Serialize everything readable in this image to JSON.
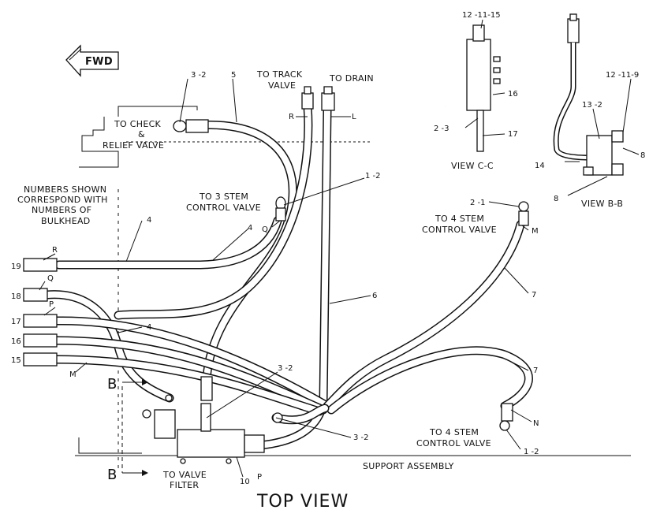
{
  "labels": {
    "fwd": "FWD",
    "to_track_valve": [
      "TO TRACK",
      "VALVE"
    ],
    "to_drain": "TO DRAIN",
    "to_check_relief": [
      "TO CHECK",
      "&",
      "RELIEF VALVE"
    ],
    "to_3_stem": [
      "TO 3 STEM",
      "CONTROL VALVE"
    ],
    "numbers_note": [
      "NUMBERS SHOWN",
      "CORRESPOND WITH",
      "NUMBERS OF",
      "BULKHEAD"
    ],
    "to_4_stem_upper": [
      "TO 4 STEM",
      "CONTROL VALVE"
    ],
    "to_4_stem_lower": [
      "TO 4 STEM",
      "CONTROL VALVE"
    ],
    "to_valve_filter": [
      "TO VALVE",
      "FILTER"
    ],
    "support_assembly": "SUPPORT ASSEMBLY",
    "top_view": "TOP VIEW",
    "view_cc": "VIEW C-C",
    "view_bb": "VIEW B-B"
  },
  "callouts": {
    "c3_2_top": "3 -2",
    "c5": "5",
    "cR_top": "R",
    "cL": "L",
    "c1_2_mid": "1 -2",
    "c4_upper": "4",
    "c4_mid": "4",
    "cQ_mid": "Q",
    "c6": "6",
    "c4_lower": "4",
    "c3_2_mid": "3 -2",
    "c3_2_low": "3 -2",
    "c10": "10",
    "cP_low": "P",
    "cM_left": "M",
    "c7_upper": "7",
    "c7_lower": "7",
    "c2_1": "2 -1",
    "cM_right": "M",
    "cN": "N",
    "c1_2_low": "1 -2",
    "c12_11_15": "12 -11-15",
    "c16": "16",
    "c2_3": "2 -3",
    "c17": "17",
    "c12_11_9": "12 -11-9",
    "c13_2": "13 -2",
    "c8a": "8",
    "c14": "14",
    "c8b": "8",
    "cB_top": "B",
    "cB_bot": "B"
  },
  "bulkheads": [
    {
      "num": "19",
      "letter": "R"
    },
    {
      "num": "18",
      "letter": "Q"
    },
    {
      "num": "17",
      "letter": "P"
    },
    {
      "num": "16",
      "letter": ""
    },
    {
      "num": "15",
      "letter": ""
    }
  ]
}
